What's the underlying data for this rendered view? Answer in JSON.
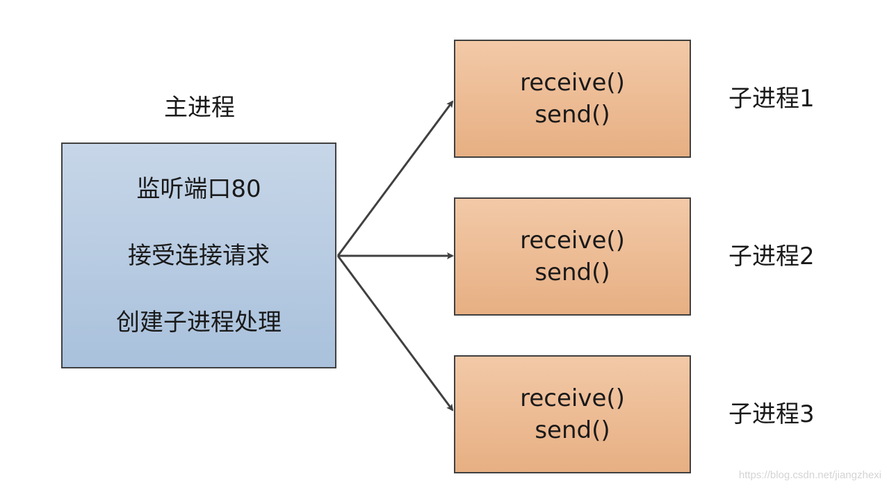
{
  "main_process": {
    "title": "主进程",
    "lines": [
      "监听端口80",
      "接受连接请求",
      "创建子进程处理"
    ]
  },
  "children": [
    {
      "line1": "receive()",
      "line2": "send()",
      "label": "子进程1"
    },
    {
      "line1": "receive()",
      "line2": "send()",
      "label": "子进程2"
    },
    {
      "line1": "receive()",
      "line2": "send()",
      "label": "子进程3"
    }
  ],
  "colors": {
    "main_box_fill": "#b7cbe2",
    "child_box_fill": "#ecbb92",
    "arrow": "#404040",
    "border": "#404040"
  },
  "watermark": "https://blog.csdn.net/jiangzhexi"
}
